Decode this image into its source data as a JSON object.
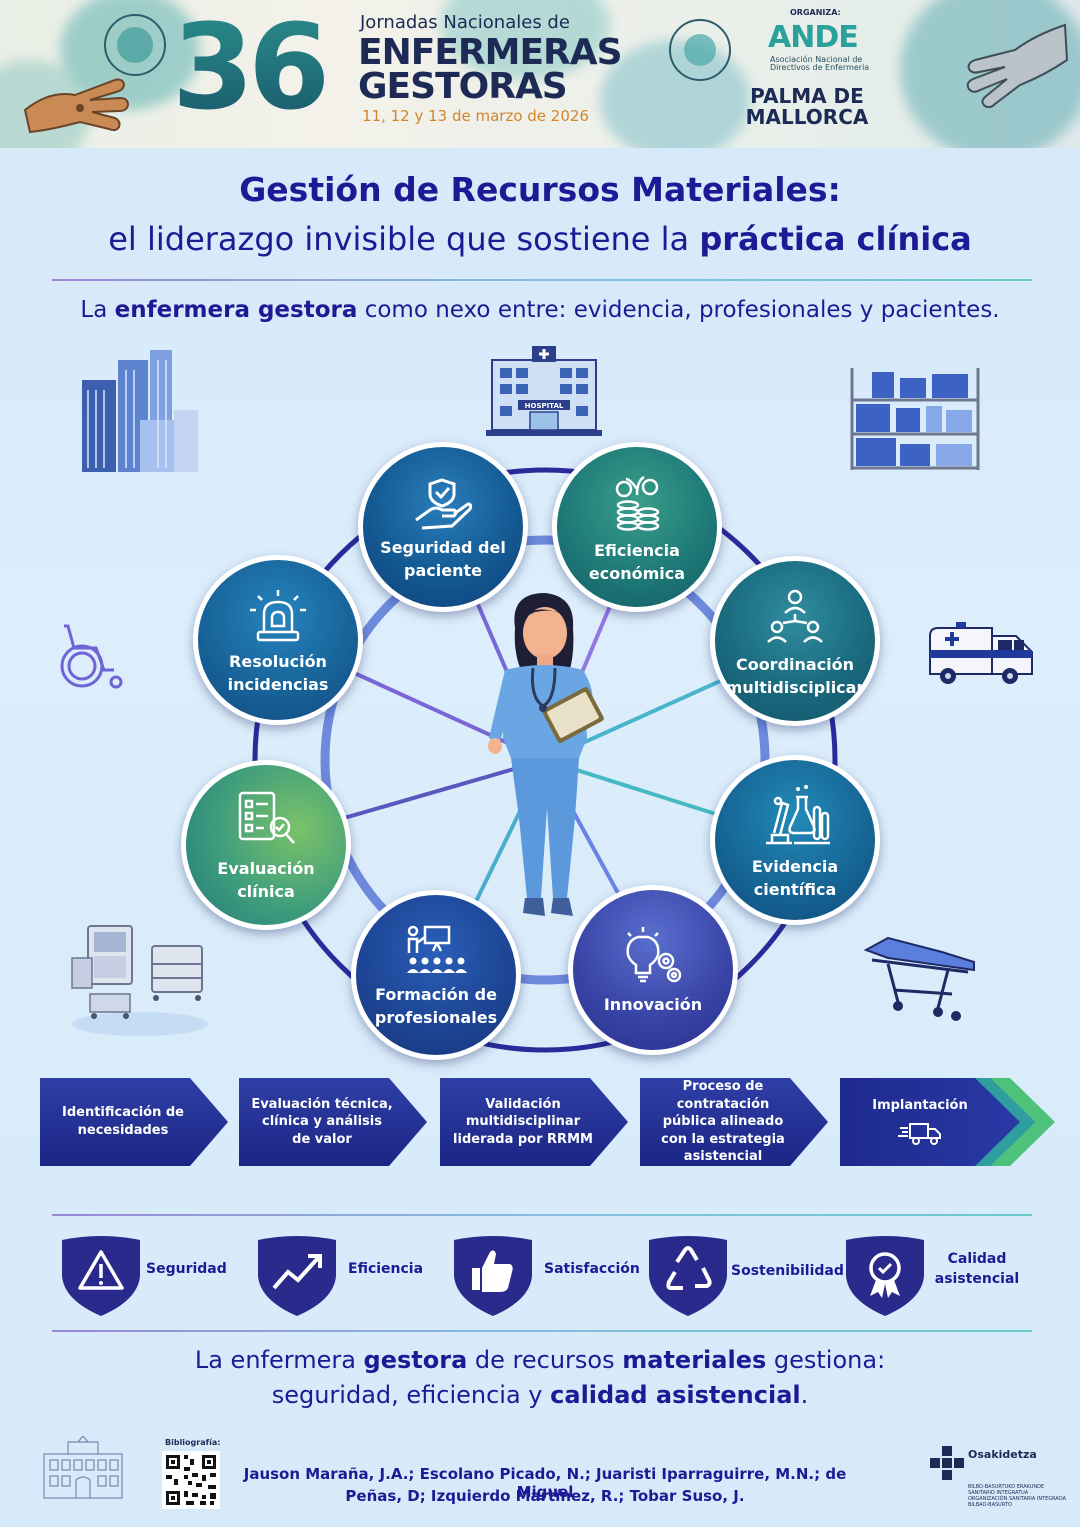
{
  "header": {
    "number": "36",
    "line1": "Jornadas Nacionales de",
    "line2": "ENFERMERAS",
    "line3": "GESTORAS",
    "dates": "11, 12 y 13 de marzo de 2026",
    "organiza": "ORGANIZA:",
    "org_logo": "ANDE",
    "org_name": "Asociación Nacional de Directivos de Enfermería",
    "city1": "PALMA DE",
    "city2": "MALLORCA"
  },
  "title": {
    "line1": "Gestión de Recursos Materiales:",
    "line2_plain": "el liderazgo invisible que sostiene la ",
    "line2_bold": "práctica clínica"
  },
  "subtitle": {
    "pre": "La ",
    "bold": "enfermera gestora",
    "post": " como nexo entre: evidencia, profesionales y pacientes."
  },
  "wheel": {
    "nodes": [
      {
        "label": "Seguridad del paciente",
        "icon": "hand-shield-icon"
      },
      {
        "label": "Eficiencia económica",
        "icon": "coins-plant-icon"
      },
      {
        "label": "Coordinación multidisciplicar",
        "icon": "team-network-icon"
      },
      {
        "label": "Evidencia científica",
        "icon": "lab-icon"
      },
      {
        "label": "Innovación",
        "icon": "lightbulb-gears-icon"
      },
      {
        "label": "Formación de profesionales",
        "icon": "training-icon"
      },
      {
        "label": "Evaluación clínica",
        "icon": "checklist-icon"
      },
      {
        "label": "Resolución incidencias",
        "icon": "alarm-icon"
      }
    ],
    "hospital_sign": "HOSPITAL"
  },
  "process": [
    {
      "label": "Identificación de necesidades"
    },
    {
      "label": "Evaluación técnica, clínica y análisis de valor"
    },
    {
      "label": "Validación multidisciplinar liderada por RRMM"
    },
    {
      "label": "Proceso de contratación pública alineado con la estrategia asistencial"
    },
    {
      "label": "Implantación",
      "icon": "delivery-truck-icon"
    }
  ],
  "values": [
    {
      "label": "Seguridad",
      "icon": "warning-icon"
    },
    {
      "label": "Eficiencia",
      "icon": "trend-up-icon"
    },
    {
      "label": "Satisfacción",
      "icon": "thumbs-up-icon"
    },
    {
      "label": "Sostenibilidad",
      "icon": "recycle-icon"
    },
    {
      "label": "Calidad asistencial",
      "icon": "award-icon"
    }
  ],
  "closing": {
    "l1_a": "La enfermera ",
    "l1_b": "gestora",
    "l1_c": " de recursos ",
    "l1_d": "materiales",
    "l1_e": " gestiona:",
    "l2_a": "seguridad, eficiencia y ",
    "l2_b": "calidad asistencial",
    "l2_c": "."
  },
  "footer": {
    "biblio_label": "Bibliografía:",
    "authors_line1": "Jauson Maraña, J.A.; Escolano Picado, N.; Juaristi Iparraguirre, M.N.; de Miguel",
    "authors_line2": "Peñas, D; Izquierdo Martínez, R.; Tobar Suso, J.",
    "org": "Osakidetza",
    "org_sub": "BILBO-BASURTUKO ERAKUNDE SANITARIO INTEGRATUA · ORGANIZACIÓN SANITARIA INTEGRADA BILBAO-BASURTO"
  },
  "colors": {
    "title": "#1e1a96",
    "navy": "#1c2a55",
    "teal": "#1b6f79",
    "accent_orange": "#d1862a"
  }
}
